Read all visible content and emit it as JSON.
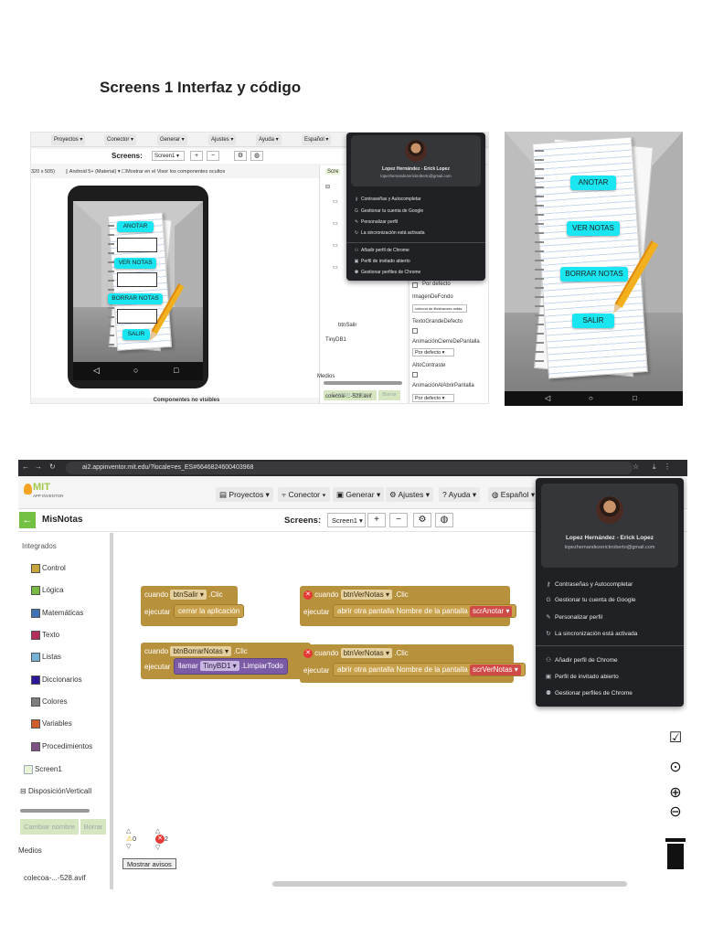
{
  "document": {
    "title": "Screens 1 Interfaz y código"
  },
  "designer": {
    "menu": [
      "Proyectos ▾",
      "Conector ▾",
      "Generar ▾",
      "Ajustes ▾",
      "Ayuda ▾",
      "Español ▾"
    ],
    "screens_label": "Screens:",
    "screen_value": "Screen1 ▾",
    "size_option": "320 x 505)",
    "device_option": "Android 5+ (Material) ▾",
    "hidden_option": "Mostrar en el Visor los componentes ocultos",
    "components_label": "Componentes no visibles",
    "tree": {
      "screen": "Scre",
      "btn": "btnSalir",
      "db": "TinyDB1"
    },
    "buttons": {
      "rename": "Cambiar nombre",
      "delete": "Borrar"
    },
    "media": {
      "label": "Medios",
      "file": "colecoa-...-528.avif"
    },
    "properties": {
      "p1": "Por defecto",
      "image_label": "ImagenDeFondo",
      "image_value": "colecoa de illustracoes notas",
      "text_large": "TextoGrandeDefecto",
      "close_anim": "AnimaciónCierreDePantalla",
      "close_value": "Por defecto ▾",
      "contrast": "AltoContraste",
      "open_anim": "AnimaciónAlAbrirPantalla",
      "open_value": "Por defecto ▾"
    }
  },
  "app_buttons": {
    "anotar": "ANOTAR",
    "ver": "VER NOTAS",
    "borrar": "BORRAR NOTAS",
    "salir": "SALIR"
  },
  "chrome_menu": {
    "name": "Lopez Hernández - Erick Lopez",
    "email": "lopezhernandezerickroberto@gmail.com",
    "items": [
      "Contraseñas y Autocompletar",
      "Gestionar tu cuenta de Google",
      "Personalizar perfil",
      "La sincronización está activada",
      "Añadir perfil de Chrome",
      "Perfil de invitado abierto",
      "Gestionar perfiles de Chrome"
    ],
    "icons": [
      "key-icon",
      "google-icon",
      "pencil-icon",
      "sync-icon",
      "person-add-icon",
      "guest-icon",
      "manage-profiles-icon"
    ]
  },
  "editor": {
    "url": "ai2.appinventor.mit.edu/?locale=es_ES#6646824600403968",
    "logo": {
      "title": "MIT",
      "subtitle": "APP INVENTOR"
    },
    "menu": [
      "Proyectos ▾",
      "Conector ▾",
      "Generar ▾",
      "Ajustes ▾",
      "Ayuda ▾",
      "Español ▾"
    ],
    "project_name": "MisNotas",
    "screens_label": "Screens:",
    "screen_value": "Screen1 ▾",
    "palette": {
      "heading": "Integrados",
      "items": [
        {
          "label": "Control",
          "color": "#c8a43c"
        },
        {
          "label": "Lógica",
          "color": "#77b943"
        },
        {
          "label": "Matemáticas",
          "color": "#3f71b5"
        },
        {
          "label": "Texto",
          "color": "#b32d5e"
        },
        {
          "label": "Listas",
          "color": "#76b2d6"
        },
        {
          "label": "Diccionarios",
          "color": "#2d1799"
        },
        {
          "label": "Colores",
          "color": "#7d7d7d"
        },
        {
          "label": "Variables",
          "color": "#d05f2d"
        },
        {
          "label": "Procedimientos",
          "color": "#7c5385"
        }
      ],
      "screen": "Screen1",
      "arrangement": "DisposiciónVerticalI",
      "rename": "Cambiar nombre",
      "delete": "Borrar",
      "media_label": "Medios",
      "media_file": "colecoa-...-528.avif"
    },
    "blocks": {
      "b1": {
        "when": "cuando",
        "comp": "btnSalir ▾",
        "event": ".Clic",
        "do": "ejecutar",
        "call": "cerrar la aplicación"
      },
      "b2": {
        "when": "cuando",
        "comp": "btnBorrarNotas ▾",
        "event": ".Clic",
        "do": "ejecutar",
        "call": "llamar",
        "db": "TinyBD1 ▾",
        "method": ".LimpiarTodo"
      },
      "b3": {
        "when": "cuando",
        "comp": "btnVerNotas ▾",
        "event": ".Clic",
        "do": "ejecutar",
        "call": "abrir otra pantalla  Nombre de la pantalla",
        "target": "scrAnotar ▾"
      },
      "b4": {
        "when": "cuando",
        "comp": "btnVerNotas ▾",
        "event": ".Clic",
        "do": "ejecutar",
        "call": "abrir otra pantalla  Nombre de la pantalla",
        "target": "scrVerNotas ▾"
      }
    },
    "warnings": {
      "warn_count": "0",
      "error_count": "2",
      "button": "Mostrar avisos"
    }
  }
}
